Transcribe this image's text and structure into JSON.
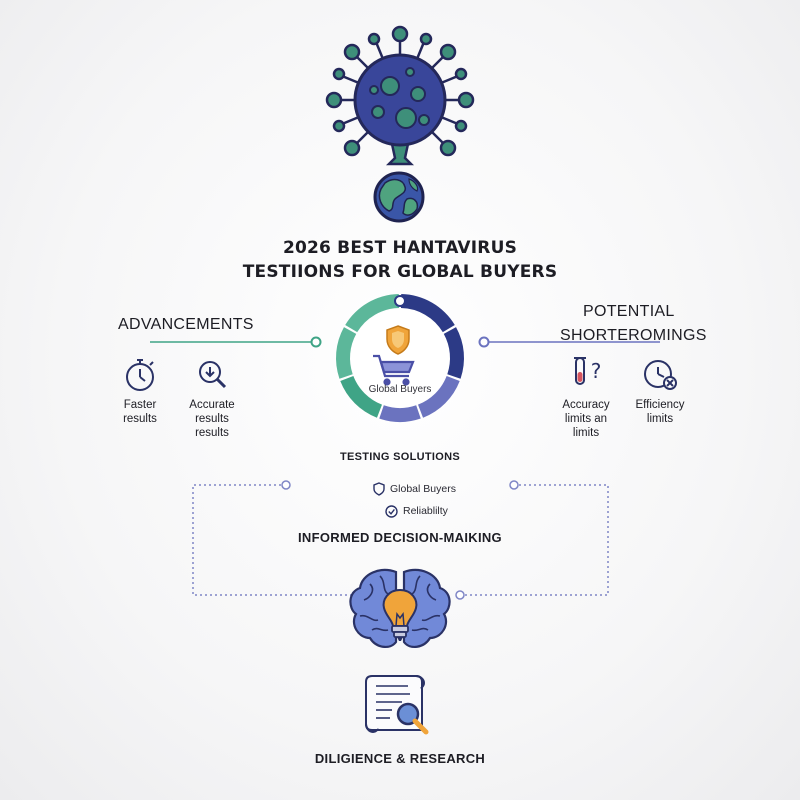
{
  "title": {
    "line1": "2026 BEST HANTAVIRUS",
    "line2": "TESTIIONS FOR GLOBAL BUYERS"
  },
  "left": {
    "heading": "ADVANCEMENTS",
    "items": [
      {
        "label_line1": "Faster",
        "label_line2": "results",
        "icon": "stopwatch-icon"
      },
      {
        "label_line1": "Accurate",
        "label_line2": "results",
        "label_line3": "results",
        "icon": "magnifier-download-icon"
      }
    ]
  },
  "right": {
    "heading_line1": "POTENTIAL",
    "heading_line2": "SHORTEROMINGS",
    "items": [
      {
        "label_line1": "Accuracy",
        "label_line2": "limits an",
        "label_line3": "limits",
        "icon": "test-tube-question-icon"
      },
      {
        "label_line1": "Efficiency",
        "label_line2": "limits",
        "icon": "clock-x-icon"
      }
    ]
  },
  "center": {
    "label": "Global Buyers"
  },
  "testing_solutions": "TESTING SOLUTIONS",
  "badges": [
    {
      "label": "Global Buyers",
      "icon": "shield-icon"
    },
    {
      "label": "Reliablilty",
      "icon": "check-circle-icon"
    }
  ],
  "decision": "INFORMED DECISION-MAIKING",
  "research": "DILIGIENCE & RESEARCH",
  "colors": {
    "navy": "#2c3a86",
    "teal": "#3fa486",
    "teal_light": "#5cb79a",
    "indigo": "#6b73bf",
    "orange": "#f0a43a",
    "virus_body": "#39469a",
    "virus_spike": "#3e8f7a",
    "brain": "#6f86d6"
  }
}
